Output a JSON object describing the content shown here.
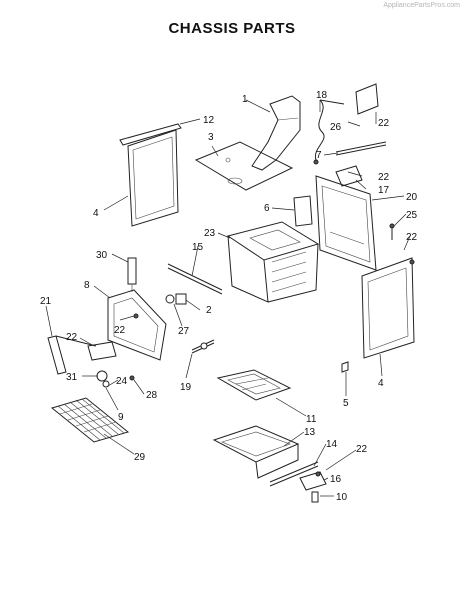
{
  "header": {
    "watermark": "AppliancePartsPros.com",
    "title": "CHASSIS  PARTS"
  },
  "callouts": {
    "c1": "1",
    "c2": "2",
    "c3": "3",
    "c4a": "4",
    "c4b": "4",
    "c5": "5",
    "c6": "6",
    "c7": "7",
    "c8": "8",
    "c9": "9",
    "c10": "10",
    "c11": "11",
    "c12": "12",
    "c13": "13",
    "c14": "14",
    "c15": "15",
    "c16": "16",
    "c17": "17",
    "c18": "18",
    "c19": "19",
    "c20": "20",
    "c21": "21",
    "c22a": "22",
    "c22b": "22",
    "c22c": "22",
    "c22d": "22",
    "c22e": "22",
    "c22f": "22",
    "c23": "23",
    "c24": "24",
    "c25": "25",
    "c26": "26",
    "c27": "27",
    "c28": "28",
    "c29": "29",
    "c30": "30",
    "c31": "31"
  }
}
